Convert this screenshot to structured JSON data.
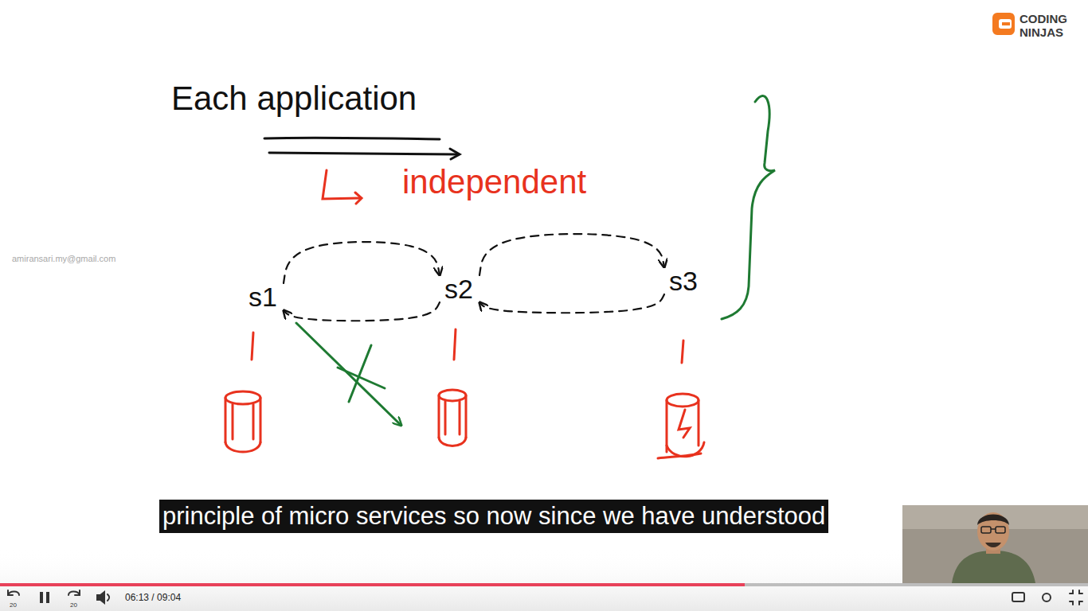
{
  "diagram": {
    "title": "Each application",
    "nodes": [
      {
        "text": [
          "s1"
        ]
      },
      {
        "text": [
          "s2"
        ]
      },
      {
        "text": [
          "s3"
        ]
      }
    ],
    "edges": [
      {
        "from": 0,
        "to": 1,
        "arrow": "both"
      },
      {
        "from": 1,
        "to": 2,
        "arrow": "both"
      }
    ],
    "labels": [
      "CODING NINJAS",
      "independent",
      "amiransari.my@gmail.com",
      "principle of micro services so now since we have understood",
      "20",
      "20",
      "06:13 / 09:04"
    ]
  }
}
